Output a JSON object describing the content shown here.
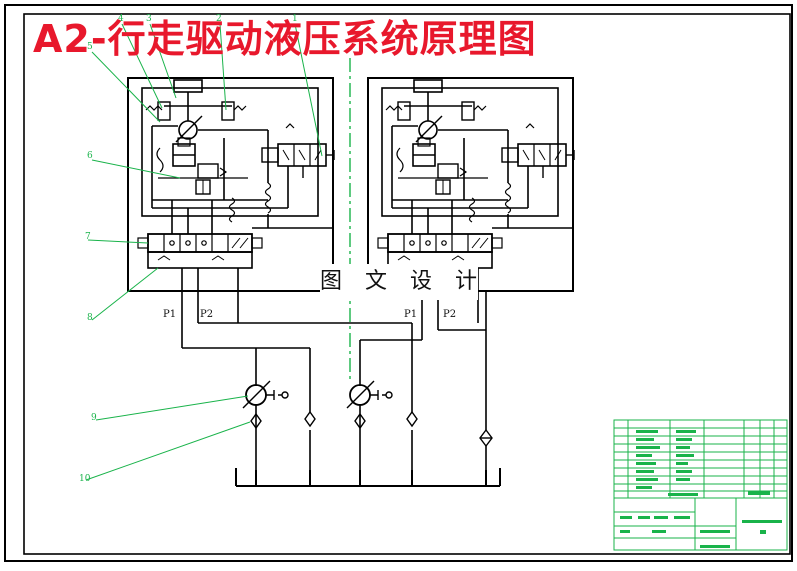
{
  "title": "A2-行走驱动液压系统原理图",
  "watermark": "图 文 设 计",
  "ports": {
    "left_p1": "P1",
    "left_p2": "P2",
    "right_p1": "P1",
    "right_p2": "P2"
  },
  "callouts": [
    "1",
    "2",
    "3",
    "4",
    "5",
    "6",
    "7",
    "8",
    "9",
    "10"
  ],
  "colors": {
    "title": "#e8182c",
    "lines": "#000000",
    "callout": "#19b34a",
    "centerline": "#19b34a",
    "title_block": "#19b34a"
  }
}
